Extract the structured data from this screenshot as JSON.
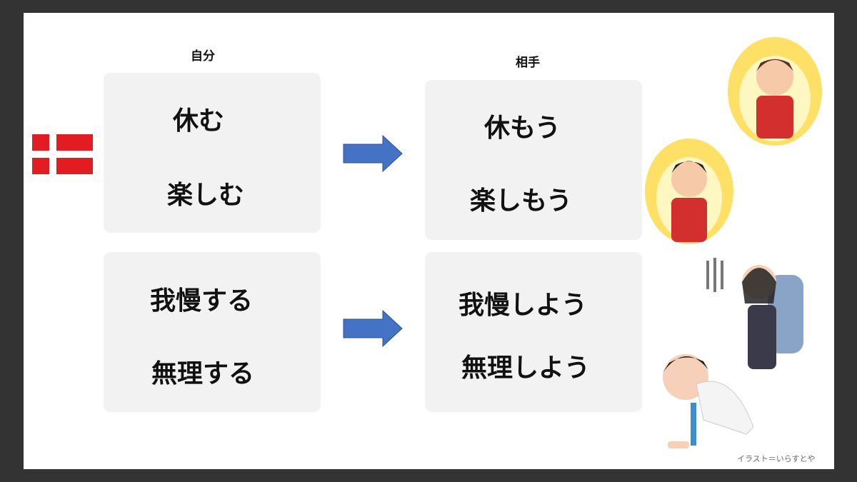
{
  "headers": {
    "self": "自分",
    "other": "相手"
  },
  "boxes": {
    "top_left": [
      "休む",
      "楽しむ"
    ],
    "top_right": [
      "休もう",
      "楽しもう"
    ],
    "bottom_left": [
      "我慢する",
      "無理する"
    ],
    "bottom_right": [
      "我慢しよう",
      "無理しよう"
    ]
  },
  "credit": "イラスト＝いらすとや",
  "colors": {
    "arrow": "#4472c4",
    "flag": "#e31b23",
    "box": "#f2f2f2"
  }
}
